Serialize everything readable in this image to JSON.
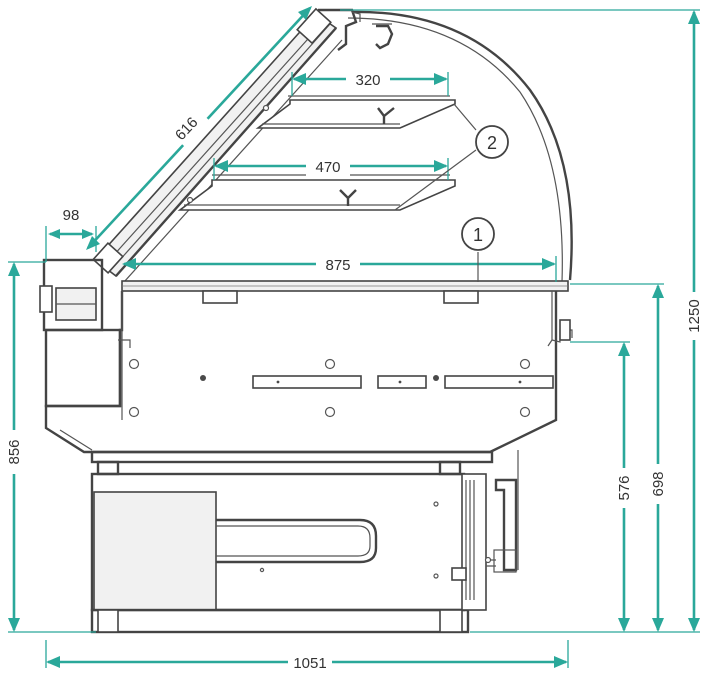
{
  "dimensions": {
    "width_overall": "1051",
    "height_overall": "1250",
    "height_counter": "856",
    "height_698": "698",
    "height_576": "576",
    "depth_875": "875",
    "glass_616": "616",
    "front_98": "98",
    "shelf_upper": "320",
    "shelf_lower": "470"
  },
  "callouts": {
    "base_deck": "1",
    "shelves": "2"
  },
  "colors": {
    "dimension": "#2aa89a",
    "outline": "#444444"
  }
}
